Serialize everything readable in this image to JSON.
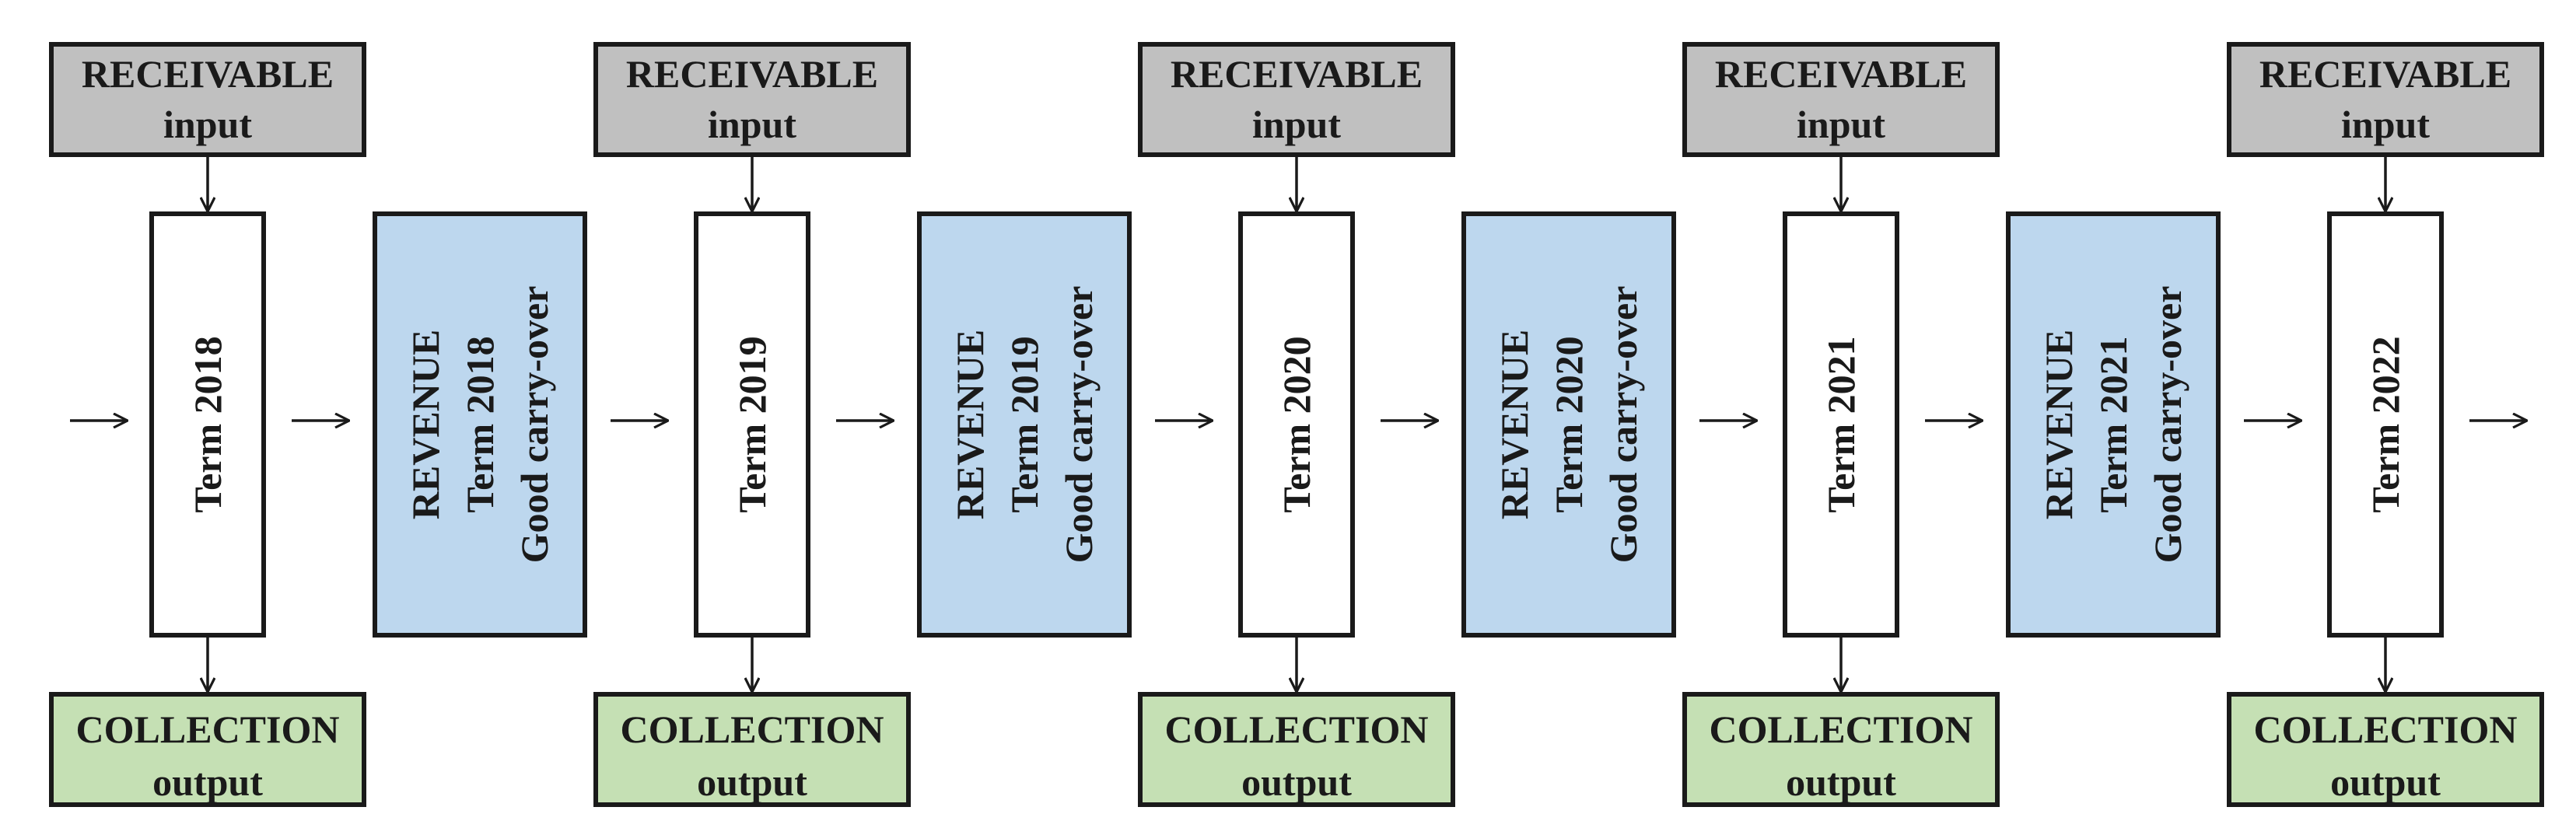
{
  "colors": {
    "receivable_fill": "#c0c0c0",
    "revenue_fill": "#bdd7ee",
    "collection_fill": "#c5e0b4",
    "term_fill": "#ffffff",
    "stroke": "#1a1a1a"
  },
  "columns": [
    {
      "receivable": {
        "line1": "RECEIVABLE",
        "line2": "input"
      },
      "term": "Term 2018",
      "collection": {
        "line1": "COLLECTION",
        "line2": "output"
      }
    },
    {
      "receivable": {
        "line1": "RECEIVABLE",
        "line2": "input"
      },
      "term": "Term 2019",
      "collection": {
        "line1": "COLLECTION",
        "line2": "output"
      }
    },
    {
      "receivable": {
        "line1": "RECEIVABLE",
        "line2": "input"
      },
      "term": "Term 2020",
      "collection": {
        "line1": "COLLECTION",
        "line2": "output"
      }
    },
    {
      "receivable": {
        "line1": "RECEIVABLE",
        "line2": "input"
      },
      "term": "Term 2021",
      "collection": {
        "line1": "COLLECTION",
        "line2": "output"
      }
    },
    {
      "receivable": {
        "line1": "RECEIVABLE",
        "line2": "input"
      },
      "term": "Term 2022",
      "collection": {
        "line1": "COLLECTION",
        "line2": "output"
      }
    }
  ],
  "revenues": [
    {
      "line1": "REVENUE",
      "line2": "Term 2018",
      "line3": "Good carry-over"
    },
    {
      "line1": "REVENUE",
      "line2": "Term 2019",
      "line3": "Good carry-over"
    },
    {
      "line1": "REVENUE",
      "line2": "Term 2020",
      "line3": "Good carry-over"
    },
    {
      "line1": "REVENUE",
      "line2": "Term 2021",
      "line3": "Good carry-over"
    }
  ]
}
